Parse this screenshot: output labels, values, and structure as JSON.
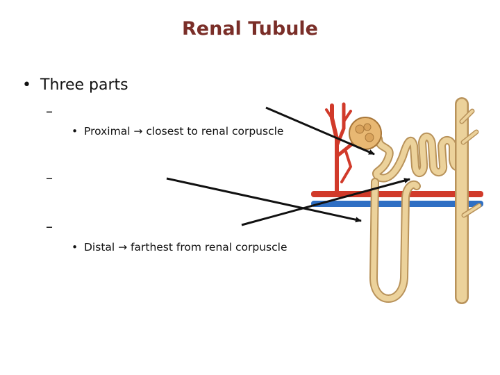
{
  "title": "Renal Tubule",
  "bullet_main": "Three parts",
  "dash": "–",
  "sub_proximal": "Proximal → closest to renal corpuscle",
  "sub_distal": "Distal → farthest from renal corpuscle",
  "colors": {
    "title": "#7a2e28",
    "tubule": "#ecd29b",
    "tubule_outline": "#b8925a",
    "artery": "#d13a2a",
    "vein": "#2f6fc4",
    "arrow": "#111111"
  }
}
